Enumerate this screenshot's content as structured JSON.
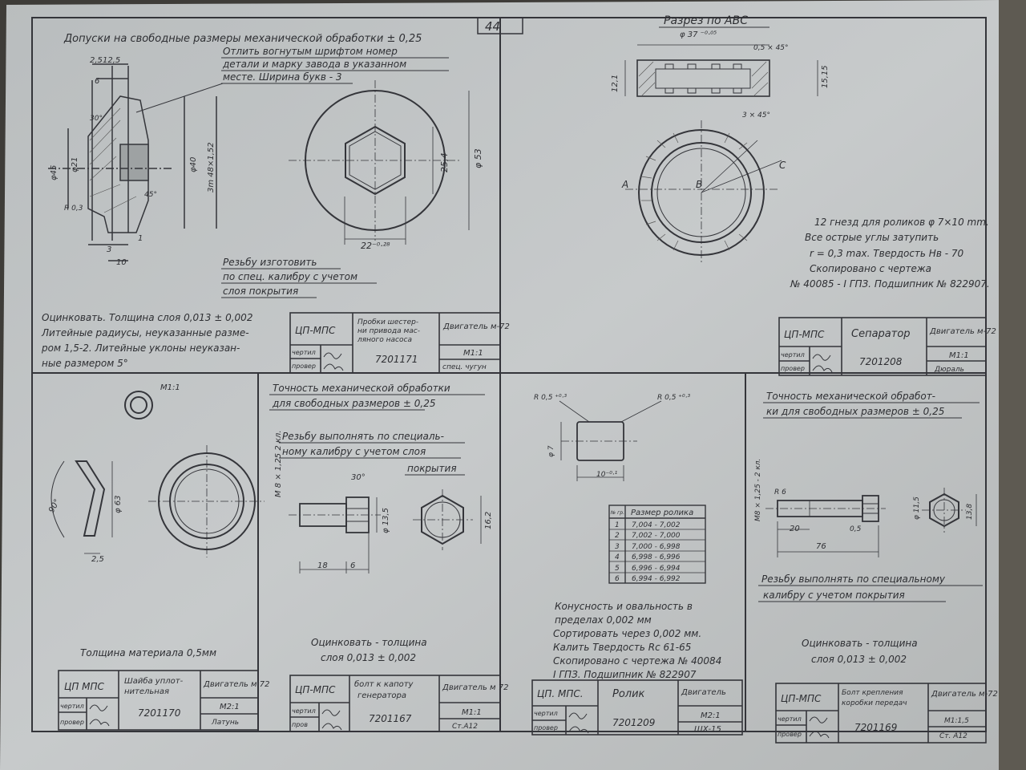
{
  "page_number": "44",
  "p1": {
    "tolerance": "Допуски на свободные размеры механической обработки ± 0,25",
    "note_cast": [
      "Отлить вогнутым шрифтом номер",
      "детали и марку завода в указанном",
      "месте. Ширина букв - 3"
    ],
    "note_thread": [
      "Резьбу изготовить",
      "по спец. калибру с учетом",
      "слоя покрытия"
    ],
    "note_zinc": [
      "Оцинковать. Толщина слоя 0,013 ± 0,002",
      "Литейные радиусы, неуказанные разме-",
      "ром 1,5-2. Литейные уклоны неуказан-",
      "ные размером 5°"
    ],
    "dims": {
      "d1": "2,5",
      "d2": "12,5",
      "d3": "6",
      "d4": "φ45",
      "d5": "φ21",
      "d6": "φ40",
      "d7": "3m 48×1,52",
      "d8": "R 0,3",
      "d9": "10",
      "d10": "1",
      "d11": "3",
      "d12": "22⁻⁰·²⁸",
      "d13": "25,4",
      "d14": "φ 53",
      "d15": "45°",
      "d16": "30°"
    },
    "tb": {
      "org": "ЦП-МПС",
      "name": "Пробки шестер-ни привода мас-ляного насоса",
      "product": "Двигатель м-72",
      "drawn": "чертил",
      "checked": "провер",
      "number": "7201171",
      "scale": "М1:1",
      "material": "спец. чугун"
    }
  },
  "p2": {
    "section": "Разрез по АВС",
    "dims": {
      "d1": "φ 37 ⁻⁰·⁰⁵",
      "d2": "15,15",
      "d3": "12,1",
      "d4": "0,5 × 45°",
      "d5": "3 × 45°"
    },
    "labels": {
      "a": "А",
      "b": "В",
      "c": "С"
    },
    "note": [
      "12 гнезд для роликов φ 7×10 mm.",
      "Все острые углы затупить",
      "r = 0,3 max. Твердость Нв - 70",
      "Скопировано с чертежа",
      "№ 40085 - I ГПЗ. Подшипник № 822907."
    ],
    "tb": {
      "org": "ЦП-МПС",
      "name": "Сепаратор",
      "product": "Двигатель м-72",
      "drawn": "чертил",
      "checked": "провер",
      "number": "7201208",
      "scale": "М1:1",
      "material": "Дюраль"
    }
  },
  "p3": {
    "scale_label": "М1:1",
    "angle": "90°",
    "dims": {
      "d1": "φ 63",
      "d2": "2,5"
    },
    "note": "Толщина материала 0,5мм",
    "tb": {
      "org": "ЦП МПС",
      "name": "Шайба уплот-нительная",
      "product": "Двигатель м 72",
      "drawn": "чертил",
      "checked": "провер",
      "number": "7201170",
      "scale": "М2:1",
      "material": "Латунь"
    }
  },
  "p4": {
    "tolerance": [
      "Точность механической обработки",
      "для свободных размеров ± 0,25"
    ],
    "thread": [
      "Резьбу выполнять по специаль-",
      "ному калибру с учетом слоя",
      "покрытия"
    ],
    "note": [
      "Оцинковать - толщина",
      "слоя 0,013 ± 0,002"
    ],
    "dims": {
      "d1": "M 8 × 1,25 2 кл.",
      "d2": "φ 13,5",
      "d3": "16,2",
      "d4": "18",
      "d5": "6",
      "d6": "30°"
    },
    "tb": {
      "org": "ЦП-МПС",
      "name": "Болт к капоту генератора",
      "product": "Двигатель м 72",
      "drawn": "чертил",
      "checked": "пров",
      "number": "7201167",
      "scale": "М1:1",
      "material": "Ст.А12"
    }
  },
  "p5": {
    "dims": {
      "d1": "R 0,5 ⁺⁰·³",
      "d2": "R 0,5 ⁺⁰·³",
      "d3": "φ 7",
      "d4": "10⁻⁰·¹"
    },
    "table": {
      "headers": [
        "№ гр.",
        "Размер ролика"
      ],
      "rows": [
        [
          "1",
          "7,004 - 7,002"
        ],
        [
          "2",
          "7,002 - 7,000"
        ],
        [
          "3",
          "7,000 - 6,998"
        ],
        [
          "4",
          "6,998 - 6,996"
        ],
        [
          "5",
          "6,996 - 6,994"
        ],
        [
          "6",
          "6,994 - 6,992"
        ]
      ]
    },
    "note": [
      "Конусность и овальность в",
      "пределах 0,002 мм",
      "Сортировать через 0,002 мм.",
      "Калить Твердость Rc 61-65",
      "Скопировано с чертежа № 40084",
      "I ГПЗ. Подшипник № 822907"
    ],
    "tb": {
      "org": "ЦП. МПС.",
      "name": "Ролик",
      "product": "Двигатель",
      "drawn": "чертил",
      "checked": "провер",
      "number": "7201209",
      "scale": "М2:1",
      "material": "ШХ-15"
    }
  },
  "p6": {
    "tolerance": [
      "Точность механической обработ-",
      "ки для свободных размеров ± 0,25"
    ],
    "thread": [
      "Резьбу выполнять по специальному",
      "калибру с учетом покрытия"
    ],
    "note": [
      "Оцинковать - толщина",
      "слоя 0,013 ± 0,002"
    ],
    "dims": {
      "d1": "M8 × 1,25 - 2 кл.",
      "d2": "20",
      "d3": "76",
      "d4": "R 6",
      "d5": "φ 11,5",
      "d6": "13,8",
      "d7": "0,5"
    },
    "tb": {
      "org": "ЦП-МПС",
      "name": "Болт крепления коробки передач",
      "product": "Двигатель м-72",
      "drawn": "чертил",
      "checked": "провер",
      "number": "7201169",
      "scale": "М1:1,5",
      "material": "Ст. А12"
    }
  }
}
